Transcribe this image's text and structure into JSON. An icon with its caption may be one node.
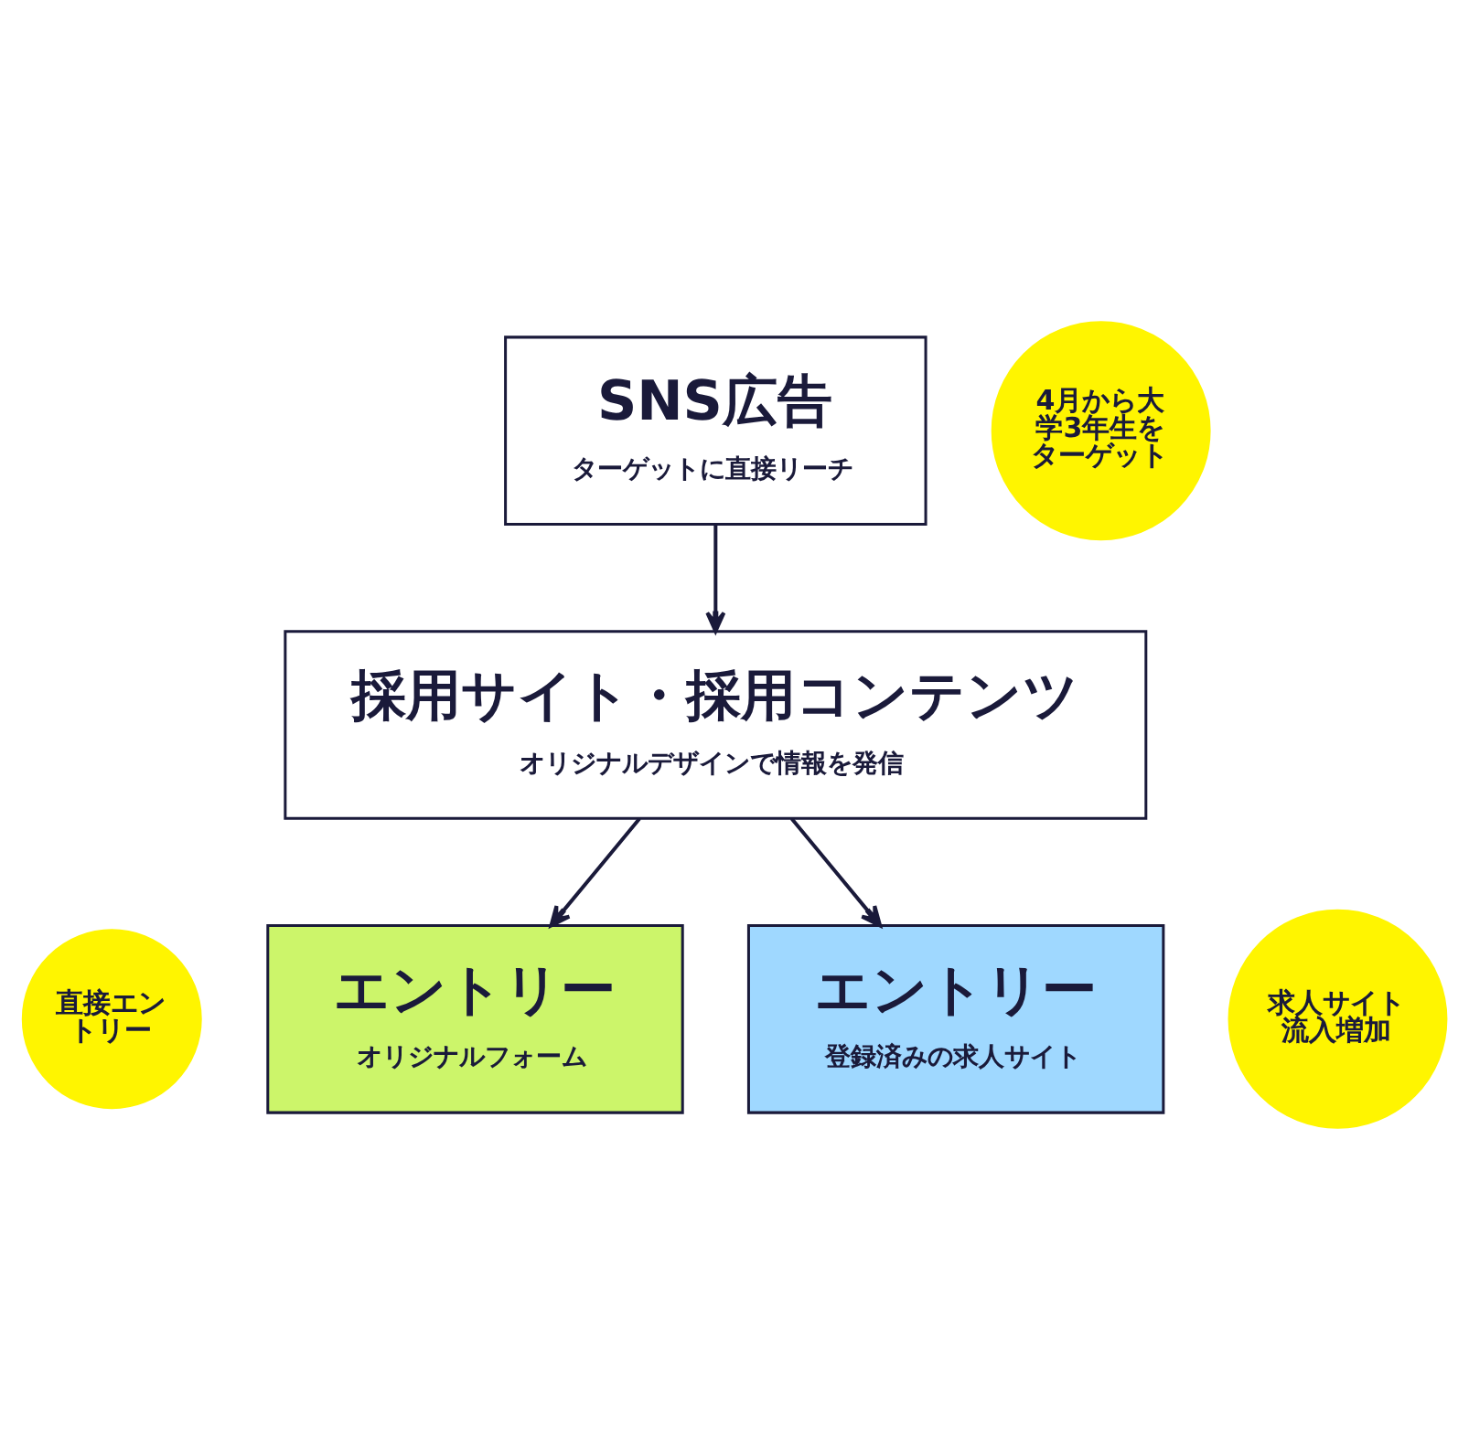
{
  "diagram": {
    "nodes": [
      {
        "text": [
          "SNS広告",
          "ターゲットに直接リーチ"
        ]
      },
      {
        "text": [
          "4月から大学3年生をターゲット"
        ]
      },
      {
        "text": [
          "採用サイト・採用コンテンツ",
          "オリジナルデザインで情報を発信"
        ]
      },
      {
        "text": [
          "直接エントリー"
        ]
      },
      {
        "text": [
          "エントリー",
          "オリジナルフォーム"
        ]
      },
      {
        "text": [
          "求人サイト流入増加"
        ]
      },
      {
        "text": [
          "エントリー",
          "登録済みの求人サイト"
        ]
      }
    ],
    "edges": [
      {
        "from": 0,
        "to": 2,
        "arrow": "to"
      },
      {
        "from": 2,
        "to": 4,
        "arrow": "to"
      },
      {
        "from": 2,
        "to": 6,
        "arrow": "to"
      }
    ]
  }
}
